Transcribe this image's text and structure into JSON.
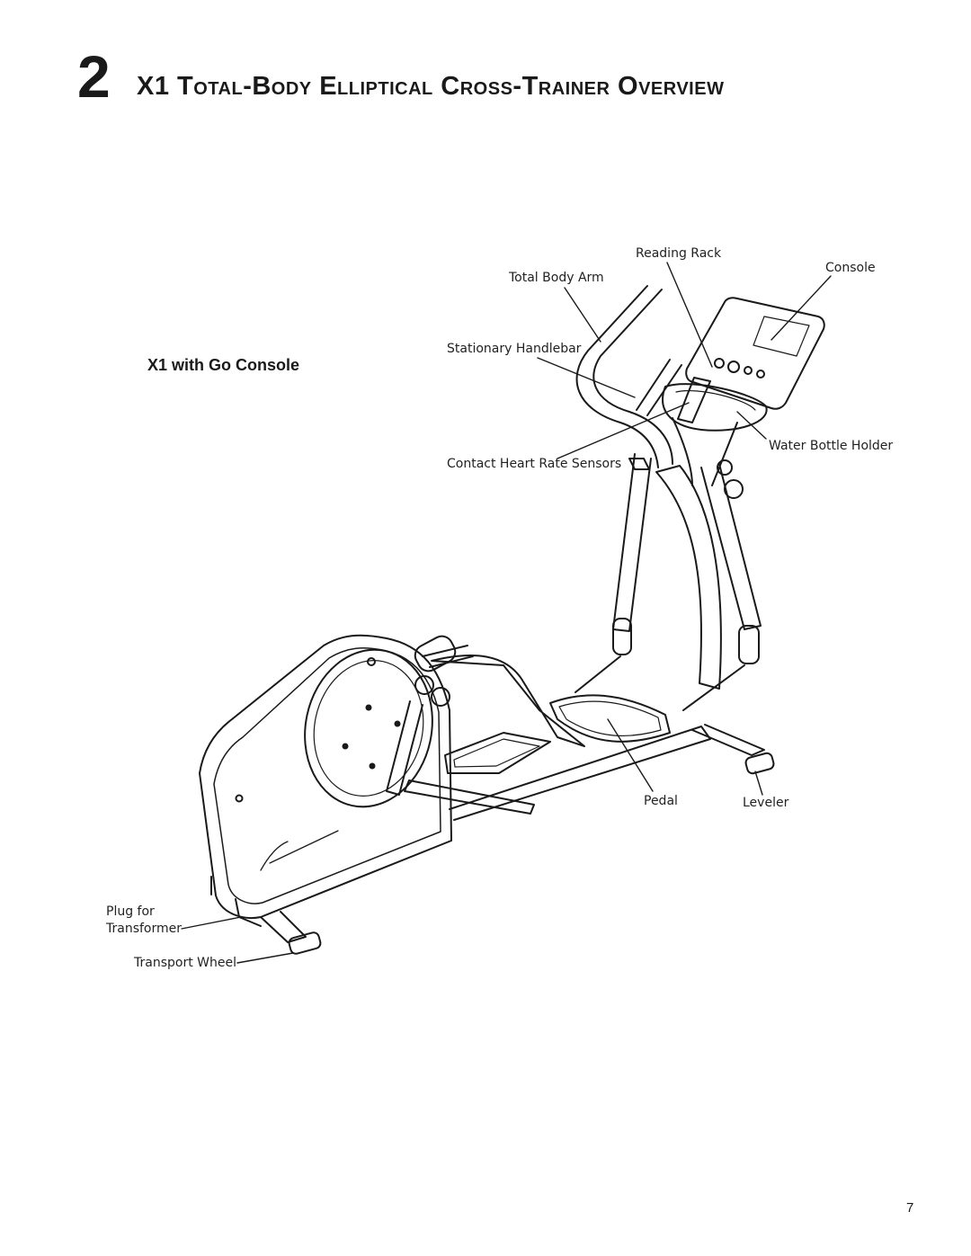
{
  "header": {
    "chapter_number": "2",
    "chapter_title": "X1 Total-Body Elliptical Cross-Trainer Overview"
  },
  "figure": {
    "model_label": "X1 with Go Console",
    "callouts": {
      "reading_rack": "Reading Rack",
      "console": "Console",
      "total_body_arm": "Total Body Arm",
      "stationary_handlebar": "Stationary Handlebar",
      "water_bottle_holder": "Water Bottle Holder",
      "contact_heart_rate_sensors": "Contact Heart Rate Sensors",
      "pedal": "Pedal",
      "leveler": "Leveler",
      "plug_for_transformer_line1": "Plug for",
      "plug_for_transformer_line2": "Transformer",
      "transport_wheel": "Transport Wheel"
    }
  },
  "footer": {
    "page_number": "7"
  }
}
